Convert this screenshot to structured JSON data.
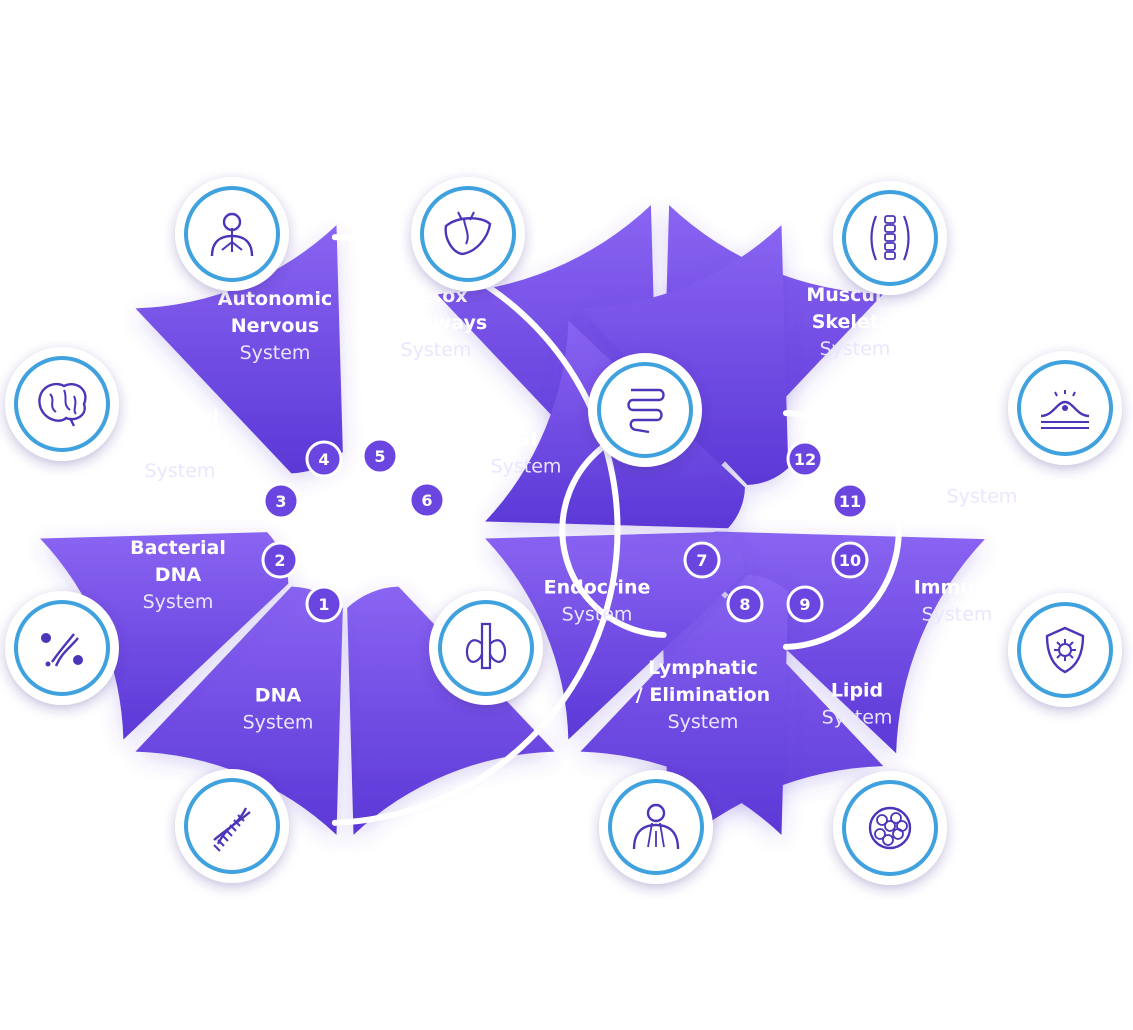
{
  "colors": {
    "segment_light": "#8a64f2",
    "segment_dark": "#5b38d6",
    "ring": "#ffffff",
    "badge": "#6b45e0",
    "icon_border": "#3fa1dd",
    "icon_glyph": "#4a36b8"
  },
  "systems": [
    {
      "number": "1",
      "title_lines": [
        "DNA"
      ],
      "sub": "System",
      "icon": "dna-icon"
    },
    {
      "number": "2",
      "title_lines": [
        "Bacterial",
        "DNA"
      ],
      "sub": "System",
      "icon": "bacteria-dna-icon"
    },
    {
      "number": "3",
      "title_lines": [
        "Central",
        "Nervous"
      ],
      "sub": "System",
      "icon": "brain-icon"
    },
    {
      "number": "4",
      "title_lines": [
        "Autonomic",
        "Nervous"
      ],
      "sub": "System",
      "icon": "human-nervous-icon"
    },
    {
      "number": "5",
      "title_lines": [
        "Detox",
        "Pathways"
      ],
      "sub": "System",
      "icon": "liver-icon"
    },
    {
      "number": "6",
      "title_lines": [
        "GI"
      ],
      "sub": "System",
      "icon": "intestine-icon"
    },
    {
      "number": "7",
      "title_lines": [
        "Endocrine"
      ],
      "sub": "System",
      "icon": "thyroid-icon"
    },
    {
      "number": "8",
      "title_lines": [
        "Lymphatic",
        "/ Elimination"
      ],
      "sub": "System",
      "icon": "lymphatic-body-icon"
    },
    {
      "number": "9",
      "title_lines": [
        "Lipid"
      ],
      "sub": "System",
      "icon": "lipid-cell-icon"
    },
    {
      "number": "10",
      "title_lines": [
        "Immune"
      ],
      "sub": "System",
      "icon": "shield-virus-icon"
    },
    {
      "number": "11",
      "title_lines": [
        "Inflammatory"
      ],
      "sub": "System",
      "icon": "inflammation-icon"
    },
    {
      "number": "12",
      "title_lines": [
        "Muscular",
        "Skeletal"
      ],
      "sub": "System",
      "icon": "spine-icon"
    }
  ]
}
